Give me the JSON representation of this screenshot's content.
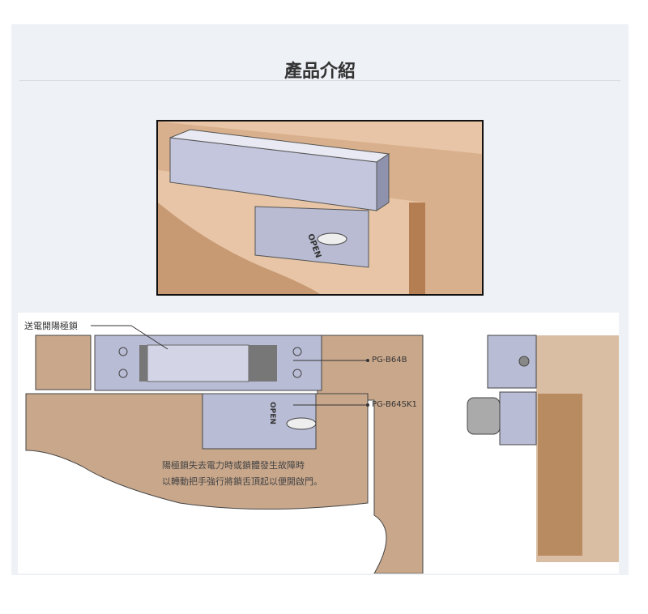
{
  "header": {
    "title": "產品介紹"
  },
  "diagram": {
    "power_label": "送電開陽極鎖",
    "part_top": "PG-B64B",
    "part_bottom": "PG-B64SK1",
    "open_text": "OPEN",
    "note_line1": "陽極鎖失去電力時或鎖體發生故障時",
    "note_line2": "以轉動把手強行將鎖舌頂起以便開啟門。"
  }
}
